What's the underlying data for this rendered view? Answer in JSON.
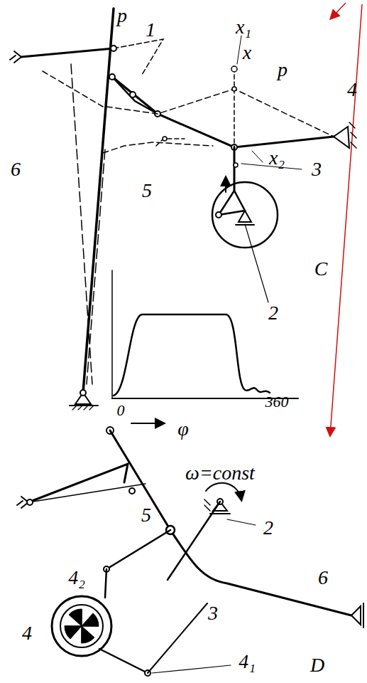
{
  "diagram": {
    "labels": [
      "p",
      "1",
      "6",
      "5",
      "x₁",
      "x",
      "p",
      "4",
      "3",
      "x₂",
      "2",
      "C",
      "0",
      "360",
      "φ",
      "ω=const",
      "2",
      "5",
      "4₂",
      "4",
      "3",
      "4₁",
      "6",
      "D"
    ]
  }
}
